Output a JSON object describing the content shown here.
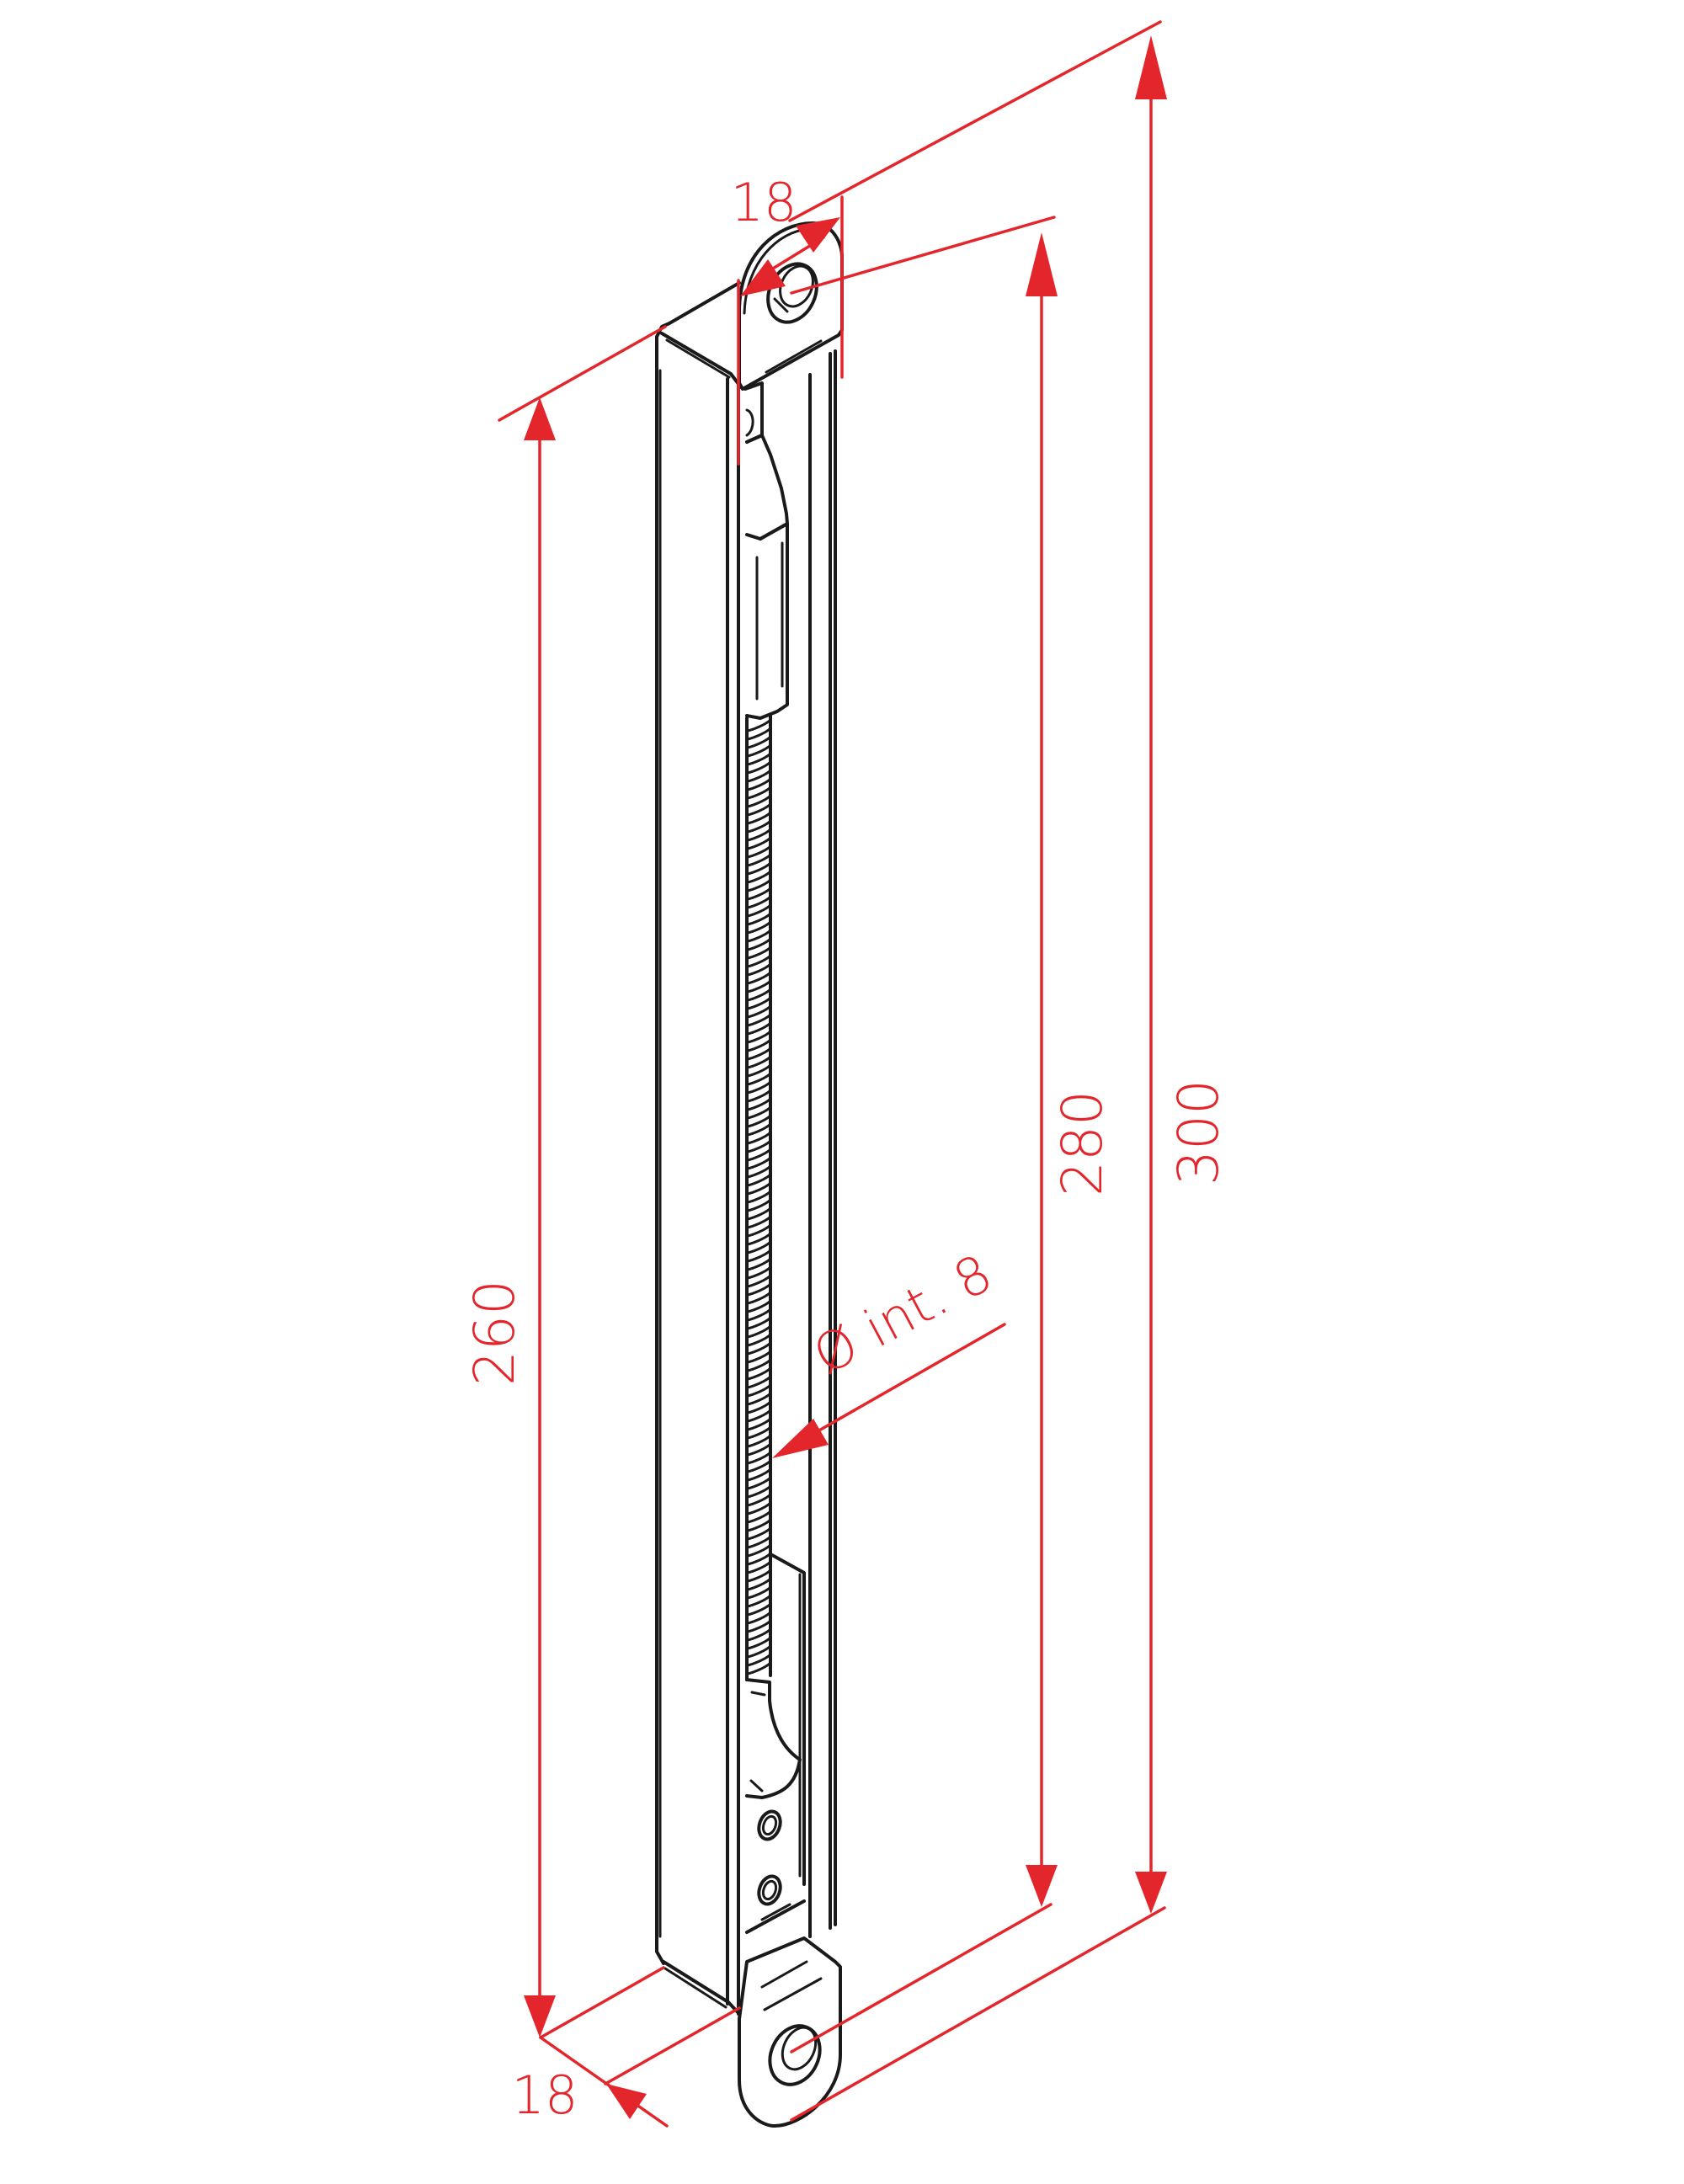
{
  "drawing": {
    "subject": "spring-loaded window stay / flush bolt profile (isometric technical drawing)",
    "colors": {
      "dimension": "#e3262b",
      "outline": "#1a1a1a",
      "background": "#ffffff"
    }
  },
  "dimensions": {
    "width_top": {
      "label": "18"
    },
    "width_bottom": {
      "label": "18"
    },
    "body_length": {
      "label": "260"
    },
    "hole_to_hole": {
      "label": "280"
    },
    "overall_length": {
      "label": "300"
    },
    "spring_diameter": {
      "label": "Ø int. 8"
    }
  }
}
